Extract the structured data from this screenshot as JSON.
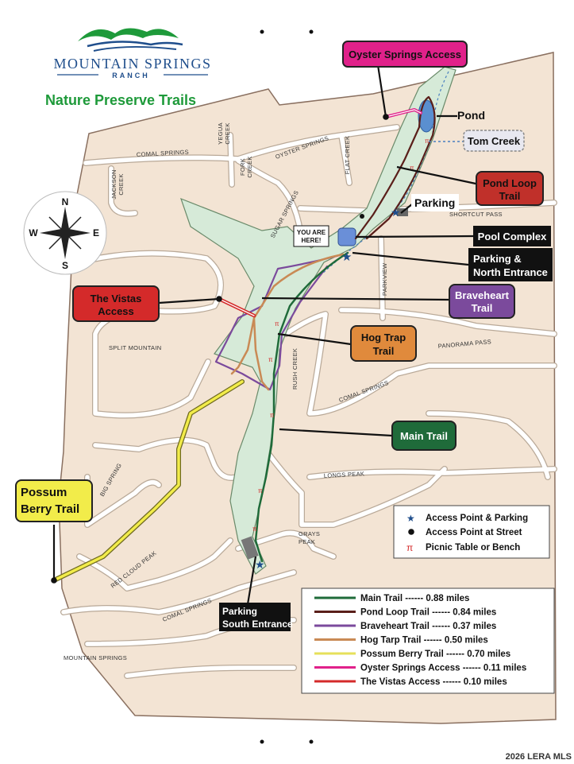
{
  "brand": {
    "name": "MOUNTAIN SPRINGS",
    "sub": "RANCH",
    "map_title": "Nature Preserve Trails"
  },
  "callouts": {
    "oyster_springs_access": "Oyster Springs Access",
    "pond": "Pond",
    "tom_creek": "Tom Creek",
    "pond_loop_trail_1": "Pond Loop",
    "pond_loop_trail_2": "Trail",
    "parking": "Parking",
    "you_are_here_1": "YOU ARE",
    "you_are_here_2": "HERE!",
    "pool_complex": "Pool Complex",
    "parking_north_1": "Parking &",
    "parking_north_2": "North Entrance",
    "braveheart_1": "Braveheart",
    "braveheart_2": "Trail",
    "vistas_1": "The Vistas",
    "vistas_2": "Access",
    "hog_trap_1": "Hog Trap",
    "hog_trap_2": "Trail",
    "main_trail": "Main Trail",
    "possum_1": "Possum",
    "possum_2": "Berry Trail",
    "parking_south_1": "Parking",
    "parking_south_2": "South Entrance"
  },
  "compass": {
    "n": "N",
    "s": "S",
    "e": "E",
    "w": "W"
  },
  "streets": {
    "comal_springs": "COMAL SPRINGS",
    "yegua_1": "YEGUA",
    "yegua_2": "CREEK",
    "fork_1": "FORK",
    "fork_2": "CREEK",
    "oyster_springs": "OYSTER SPRINGS",
    "flat_creek": "FLAT CREEK",
    "jackson_1": "JACKSON",
    "jackson_2": "CREEK",
    "sugar_springs": "SUGAR SPRINGS",
    "shortcut_pass": "SHORTCUT PASS",
    "parkview": "PARKVIEW",
    "split_mountain": "SPLIT MOUNTAIN",
    "panorama_pass": "PANORAMA PASS",
    "rush_creek": "RUSH CREEK",
    "comal_springs_2": "COMAL SPRINGS",
    "longs_peak": "LONGS PEAK",
    "big_spring": "BIG SPRING",
    "grays_1": "GRAYS",
    "grays_2": "PEAK",
    "red_cloud_peak": "RED CLOUD PEAK",
    "comal_springs_3": "COMAL SPRINGS",
    "mountain_springs": "MOUNTAIN SPRINGS"
  },
  "legend_symbols": [
    {
      "label": "Access Point & Parking",
      "icon": "star-icon"
    },
    {
      "label": "Access Point at Street",
      "icon": "dot-icon"
    },
    {
      "label": "Picnic Table or Bench",
      "icon": "picnic-table-icon"
    }
  ],
  "legend_trails": [
    {
      "label": "Main Trail ------ 0.88 miles",
      "color": "#1f6b3a"
    },
    {
      "label": "Pond Loop Trail ------ 0.84 miles",
      "color": "#5a1f1a"
    },
    {
      "label": "Braveheart Trail ------ 0.37 miles",
      "color": "#7b4a9c"
    },
    {
      "label": "Hog Tarp Trail ------ 0.50 miles",
      "color": "#c98a55"
    },
    {
      "label": "Possum Berry Trail ------ 0.70 miles",
      "color": "#e6e05a"
    },
    {
      "label": "Oyster Springs Access ------ 0.11 miles",
      "color": "#e0218a"
    },
    {
      "label": "The Vistas Access ------ 0.10 miles",
      "color": "#d42a2a"
    }
  ],
  "colors": {
    "land": "#f3e4d4",
    "preserve": "#d6ead8",
    "oyster": "#e0218a",
    "pond_loop": "#c0302a",
    "braveheart": "#7b4a9c",
    "hog_trap": "#e08a3c",
    "main": "#1f6b3a",
    "vistas": "#d42a2a",
    "possum": "#f2ec4a",
    "tom_creek": "#e8e8f0",
    "water": "#5a8fd0",
    "brand_blue": "#1f4e8c",
    "brand_green": "#1e9a3a"
  },
  "watermark": "2026 LERA MLS"
}
